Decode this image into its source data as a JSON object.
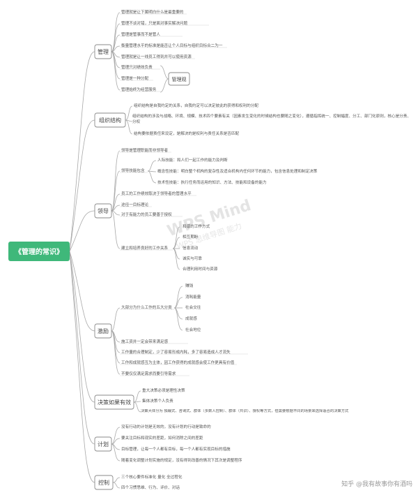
{
  "root": "《管理的常识》",
  "watermark": "知乎 @我有故事你有酒吗",
  "ghost_mark": "WPS Mind",
  "ghost_mark_sub": "WPS 思维导图 能力",
  "branches": {
    "guanli": {
      "label": "管理",
      "items": [
        "管理就是让下属明白什么是最重要的",
        "管理不谈对错，只是面对事实解决问题",
        "管理是管事而不是管人",
        "衡量管理水平的标准是能否让个人目标与组织目标合二为一",
        "管理就是让一线员工得到并可以使用资源",
        "管理只对绩效负责",
        "管理是一种分配",
        "管理始终为经营服务"
      ],
      "group_label": "管理观"
    },
    "zuzhi": {
      "label": "组织结构",
      "items": [
        "组织结构是自我约定的关系，自我约定可以决定彼此的获得和权利的分配",
        "组织结构的涉及与战略、环境、规模、技术四个要素有关（因素发生变化的时候结构也要随之变化），遵循指挥统一、控制幅度、分工、部门化原则，核心是分责、分权",
        "结构要依据责任来设定，是解决的是权利与责任关系是否匹配"
      ]
    },
    "lingdao": {
      "label": "领导",
      "items": [
        "领导是管理职能而非领导者",
        "领导技能包含",
        "员工的工作绩效取决于领导者的管理水平",
        "途径一目标理论",
        "对于有能力的员工要善于授权",
        "建立和培养良好的工作关系"
      ],
      "skills": [
        "人际技能：和人们一起工作的能力及判断",
        "概念性技能：明白整个机构的复杂性及适合机构内任何环节的能力，包含信息处理和制定决策",
        "技术性技能：执行任务而运用的知识、方法、技能和设备的能力"
      ],
      "relations": [
        "和谐的工作方式",
        "相互期盼",
        "信息流动",
        "诚实与可靠",
        "合理利用时间与资源"
      ]
    },
    "jili": {
      "label": "激励",
      "items": [
        "大部分为什么工作的五大分类",
        "施工资并一定会带来满足感",
        "工作量的合理制定，少了容易形成内耗，多了容易造成人才流失",
        "工作和成就感互为主体，因工作获得的成就感会使工作更具有价值",
        "不要仅仅满足需求而要引导需求"
      ],
      "five": [
        "赚钱",
        "消耗能量",
        "社会交往",
        "成就感",
        "社会地位"
      ]
    },
    "juece": {
      "label": "决策如果有效",
      "items": [
        "重大决策必须是理性决策",
        "集体决策个人负责",
        "决策大体分为 独裁式、咨询式、群体（多数人控制）、群体（共识）、授权等方式，但需要根据不同的场景来选择适合的决策方式"
      ]
    },
    "jihua": {
      "label": "计划",
      "items": [
        "没有行动的计划是无效的，没有计划的行动是致命的",
        "要关注目标和现实的差距，如何消除之间的差距",
        "目标管理，让每一个人都有目标，每一个人都有实现目标的措施",
        "随着变化调整计划实施的规定，没有得到改善的情况下其次是调整程序"
      ]
    },
    "kongzhi": {
      "label": "控制",
      "items": [
        "三个核心要件标准化 量化 全过程化",
        "四个习惯思维、行为、评价、对话"
      ]
    }
  },
  "colors": {
    "root_fill": "#3fb87a",
    "branch_stroke": "#8a8a8a",
    "line": "#a8a8a8"
  }
}
